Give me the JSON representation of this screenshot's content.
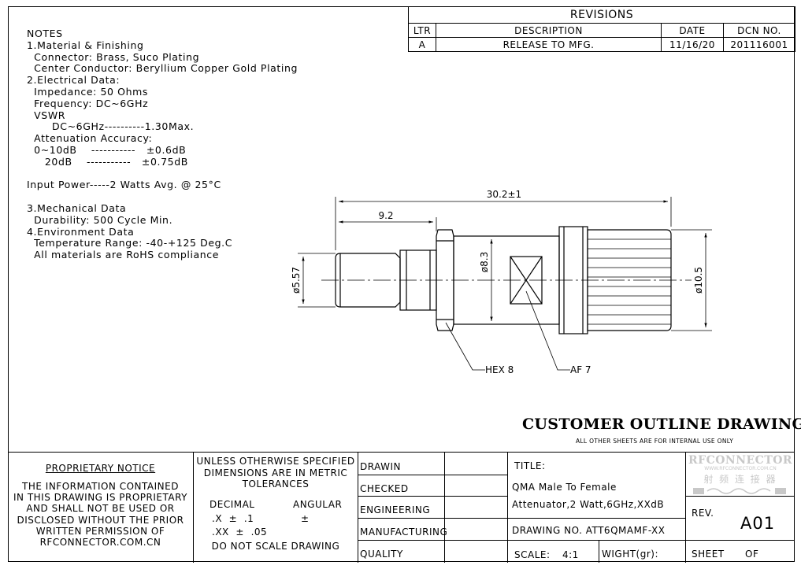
{
  "notes": {
    "lines": [
      "NOTES",
      "1.Material & Finishing",
      "  Connector: Brass, Suco Plating",
      "  Center Conductor: Beryllium Copper Gold Plating",
      "2.Electrical Data:",
      "  Impedance: 50 Ohms",
      "  Frequency: DC~6GHz",
      "  VSWR",
      "       DC~6GHz----------1.30Max.",
      "  Attenuation Accuracy:",
      "  0~10dB    -----------   ±0.6dB",
      "     20dB    -----------   ±0.75dB",
      "",
      "Input Power-----2 Watts Avg. @ 25°C",
      "",
      "3.Mechanical Data",
      "  Durability: 500 Cycle Min.",
      "4.Environment Data",
      "  Temperature Range: -40-+125 Deg.C",
      "  All materials are RoHS compliance"
    ]
  },
  "revisions": {
    "title": "REVISIONS",
    "headers": [
      "LTR",
      "DESCRIPTION",
      "DATE",
      "DCN NO."
    ],
    "rows": [
      [
        "A",
        "RELEASE TO MFG.",
        "11/16/20",
        "201116001"
      ]
    ]
  },
  "drawing": {
    "overall_length": "30.2±1",
    "pin_length": "9.2",
    "dia_left": "ø5.57",
    "dia_mid": "ø8.3",
    "dia_right": "ø10.5",
    "hex_label": "HEX 8",
    "af_label": "AF 7"
  },
  "heading": {
    "title": "CUSTOMER OUTLINE DRAWING",
    "subtitle": "ALL OTHER SHEETS ARE FOR INTERNAL USE ONLY"
  },
  "title_block": {
    "proprietary_title": "PROPRIETARY NOTICE",
    "proprietary_lines": [
      "THE INFORMATION CONTAINED",
      "IN THIS DRAWING IS PROPRIETARY",
      "AND SHALL NOT BE USED OR",
      "DISCLOSED WITHOUT THE PRIOR",
      "WRITTEN PERMISSION OF",
      "RFCONNECTOR.COM.CN"
    ],
    "tolerance_lines": [
      "UNLESS OTHERWISE SPECIFIED",
      "DIMENSIONS ARE IN METRIC",
      "TOLERANCES"
    ],
    "decimal_label": "DECIMAL",
    "angular_label": "ANGULAR",
    "x_tol": ".X  ±  .1",
    "xx_tol": ".XX  ±  .05",
    "angular_tol": "±",
    "no_scale": "DO NOT SCALE DRAWING",
    "roles": [
      "DRAWIN",
      "CHECKED",
      "ENGINEERING",
      "MANUFACTURING",
      "QUALITY"
    ],
    "title_label": "TITLE:",
    "title_line1": "QMA Male To Female",
    "title_line2": "Attenuator,2 Watt,6GHz,XXdB",
    "drawing_no": "DRAWING NO. ATT6QMAMF-XX",
    "scale_label": "SCALE:",
    "scale_value": "4:1",
    "weight_label": "WIGHT(gr):",
    "sheet_label": "SHEET",
    "of_label": "OF",
    "rev_label": "REV.",
    "rev_value": "A01",
    "watermark_brand": "RFCONNECTOR",
    "watermark_url": "WWW.RFCONNECTOR.COM.CN",
    "watermark_cn": "射 频 连 接 器"
  }
}
